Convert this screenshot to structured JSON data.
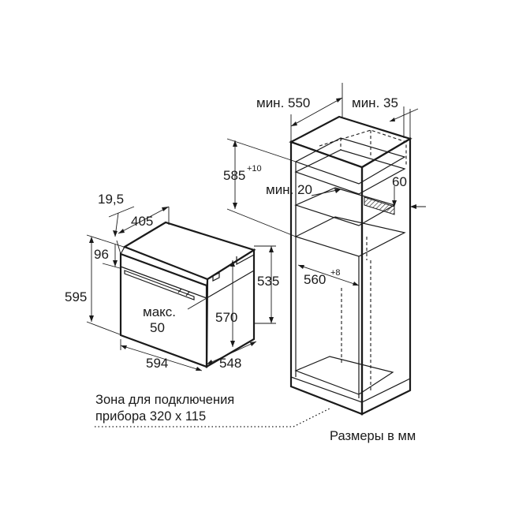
{
  "oven": {
    "depth_total": "19,5",
    "body_depth": "405",
    "top_offset": "96",
    "front_height": "595",
    "body_height": "535",
    "inner_height": "570",
    "max_label": "макс.",
    "max_value": "50",
    "width": "594",
    "depth": "548"
  },
  "cabinet": {
    "min_depth": "мин. 550",
    "min_back": "мин. 35",
    "opening_height": "585",
    "opening_height_tol": "+10",
    "min_vent": "мин. 20",
    "vent_size": "60",
    "niche_width": "560",
    "niche_width_tol": "+8"
  },
  "notes": {
    "connection_line1": "Зона для подключения",
    "connection_line2": "прибора 320 х 115",
    "units": "Размеры в мм"
  },
  "colors": {
    "ink": "#1a1a1a",
    "background": "#ffffff"
  }
}
